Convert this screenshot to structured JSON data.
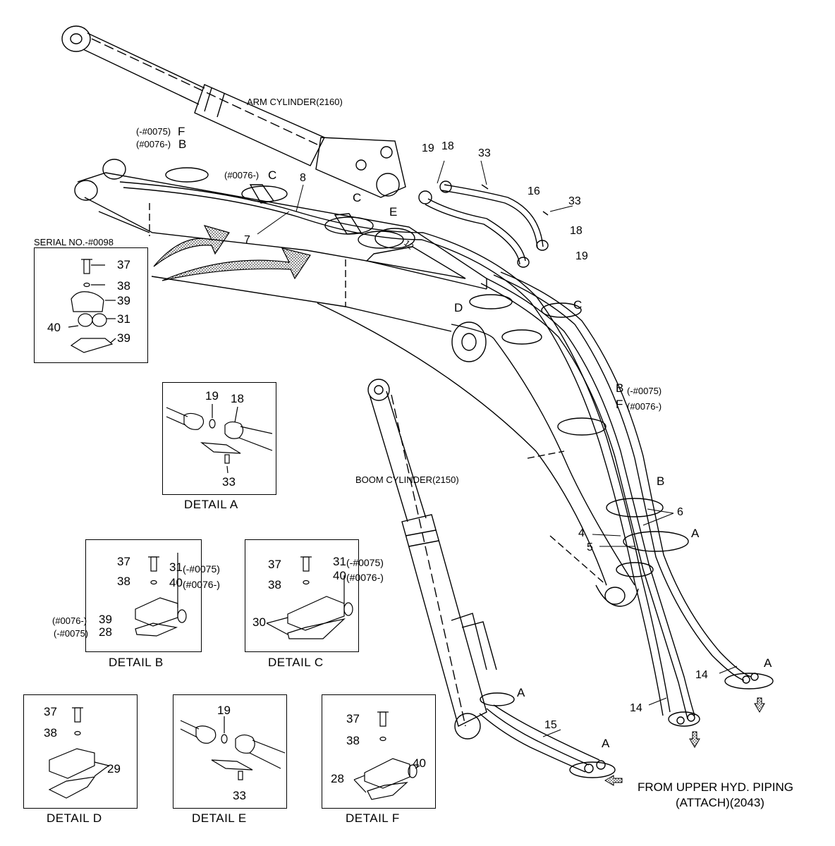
{
  "labels": {
    "arm_cylinder": "ARM CYLINDER(2160)",
    "boom_cylinder": "BOOM CYLINDER(2150)",
    "serial_no": "SERIAL NO.-#0098",
    "from_upper_1": "FROM UPPER HYD. PIPING",
    "from_upper_2": "(ATTACH)(2043)",
    "f_top_a": "(-#0075)",
    "f_top_letter": "F",
    "b_top_a": "(#0076-)",
    "b_top_letter": "B",
    "c_top_a": "(#0076-)",
    "c_top_letter": "C",
    "letter_c": "C",
    "letter_e": "E",
    "letter_d": "D",
    "letter_c2": "C",
    "letter_b": "B",
    "b_mid_note": "(-#0075)",
    "letter_f": "F",
    "f_mid_note": "(#0076-)",
    "letter_b2": "B",
    "letter_a1": "A",
    "letter_a2": "A",
    "letter_a3": "A",
    "letter_a4": "A",
    "n19a": "19",
    "n18a": "18",
    "n33a": "33",
    "n16": "16",
    "n33b": "33",
    "n18b": "18",
    "n19b": "19",
    "n8": "8",
    "n7": "7",
    "n6": "6",
    "n4": "4",
    "n5": "5",
    "n14a": "14",
    "n14b": "14",
    "n15": "15"
  },
  "details": {
    "serial": {
      "n37": "37",
      "n38": "38",
      "n39a": "39",
      "n31": "31",
      "n40": "40",
      "n39b": "39"
    },
    "a": {
      "caption": "DETAIL  A",
      "n19": "19",
      "n18": "18",
      "n33": "33"
    },
    "b": {
      "caption": "DETAIL  B",
      "n37": "37",
      "n38": "38",
      "n31": "31",
      "n31_note": "(-#0075)",
      "n40": "40",
      "n40_note": "(#0076-)",
      "n39_note": "(#0076-)",
      "n39": "39",
      "n28_note": "(-#0075)",
      "n28": "28"
    },
    "c": {
      "caption": "DETAIL  C",
      "n37": "37",
      "n38": "38",
      "n31": "31",
      "n31_note": "(-#0075)",
      "n40": "40",
      "n40_note": "(#0076-)",
      "n30": "30"
    },
    "d": {
      "caption": "DETAIL  D",
      "n37": "37",
      "n38": "38",
      "n29": "29"
    },
    "e": {
      "caption": "DETAIL  E",
      "n19": "19",
      "n33": "33"
    },
    "f": {
      "caption": "DETAIL  F",
      "n37": "37",
      "n38": "38",
      "n40": "40",
      "n28": "28"
    }
  }
}
